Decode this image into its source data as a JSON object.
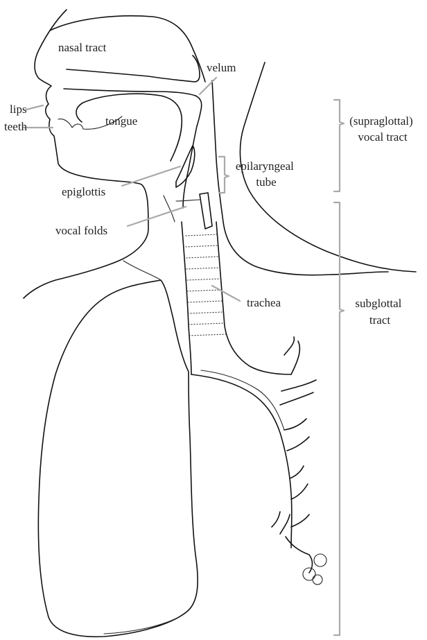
{
  "colors": {
    "line": "#111111",
    "leader": "#a9a9a9",
    "text": "#222222",
    "background": "#ffffff"
  },
  "labels": {
    "nasal_tract": "nasal tract",
    "velum": "velum",
    "lips": "lips",
    "teeth": "teeth",
    "tongue": "tongue",
    "epiglottis": "epiglottis",
    "epilaryngeal_tube": [
      "epilaryngeal",
      "tube"
    ],
    "vocal_folds": "vocal folds",
    "trachea": "trachea",
    "supraglottal_vocal_tract": [
      "(supraglottal)",
      "vocal tract"
    ],
    "subglottal_tract": [
      "subglottal",
      "tract"
    ]
  }
}
